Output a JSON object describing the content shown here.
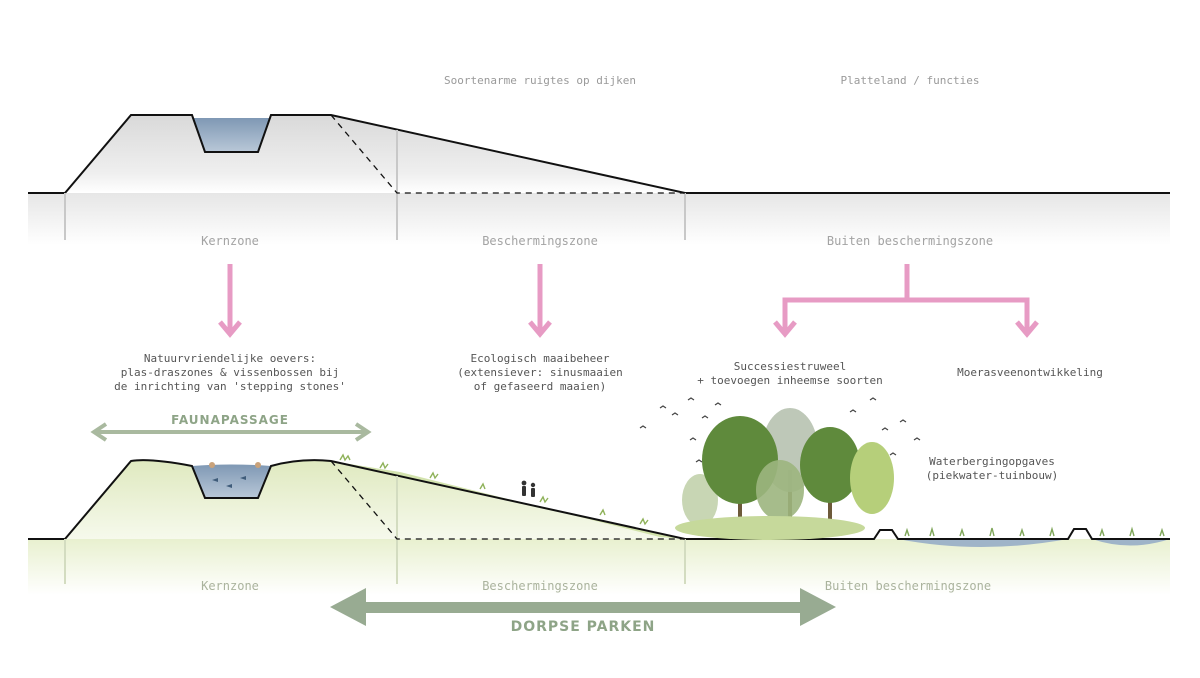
{
  "top_section": {
    "label_middle": "Soortenarme ruigtes op dijken",
    "label_right": "Platteland / functies",
    "zones": [
      "Kernzone",
      "Beschermingszone",
      "Buiten beschermingszone"
    ]
  },
  "measures": {
    "kernzone": "Natuurvriendelijke oevers:\nplas-draszones & vissenbossen bij\nde inrichting van 'stepping stones'",
    "beschermingszone": "Ecologisch maaibeheer\n(extensiever: sinusmaaien\nof gefaseerd maaien)",
    "buiten_left": "Successiestruweel\n+ toevoegen inheemse soorten",
    "buiten_right": "Moerasveenontwikkeling"
  },
  "bottom_section": {
    "faunapassage": "FAUNAPASSAGE",
    "waterberging": "Waterbergingopgaves\n(piekwater-tuinbouw)",
    "zones": [
      "Kernzone",
      "Beschermingszone",
      "Buiten beschermingszone"
    ],
    "dorpse_parken": "DORPSE PARKEN"
  },
  "colors": {
    "arrow_pink": "#e79bc4",
    "arrow_green": "#98ab92",
    "water": "#8fa6c0",
    "grass": "#cfe0a6",
    "tree_dark": "#5f8a3c",
    "tree_light": "#b6cf7a"
  }
}
